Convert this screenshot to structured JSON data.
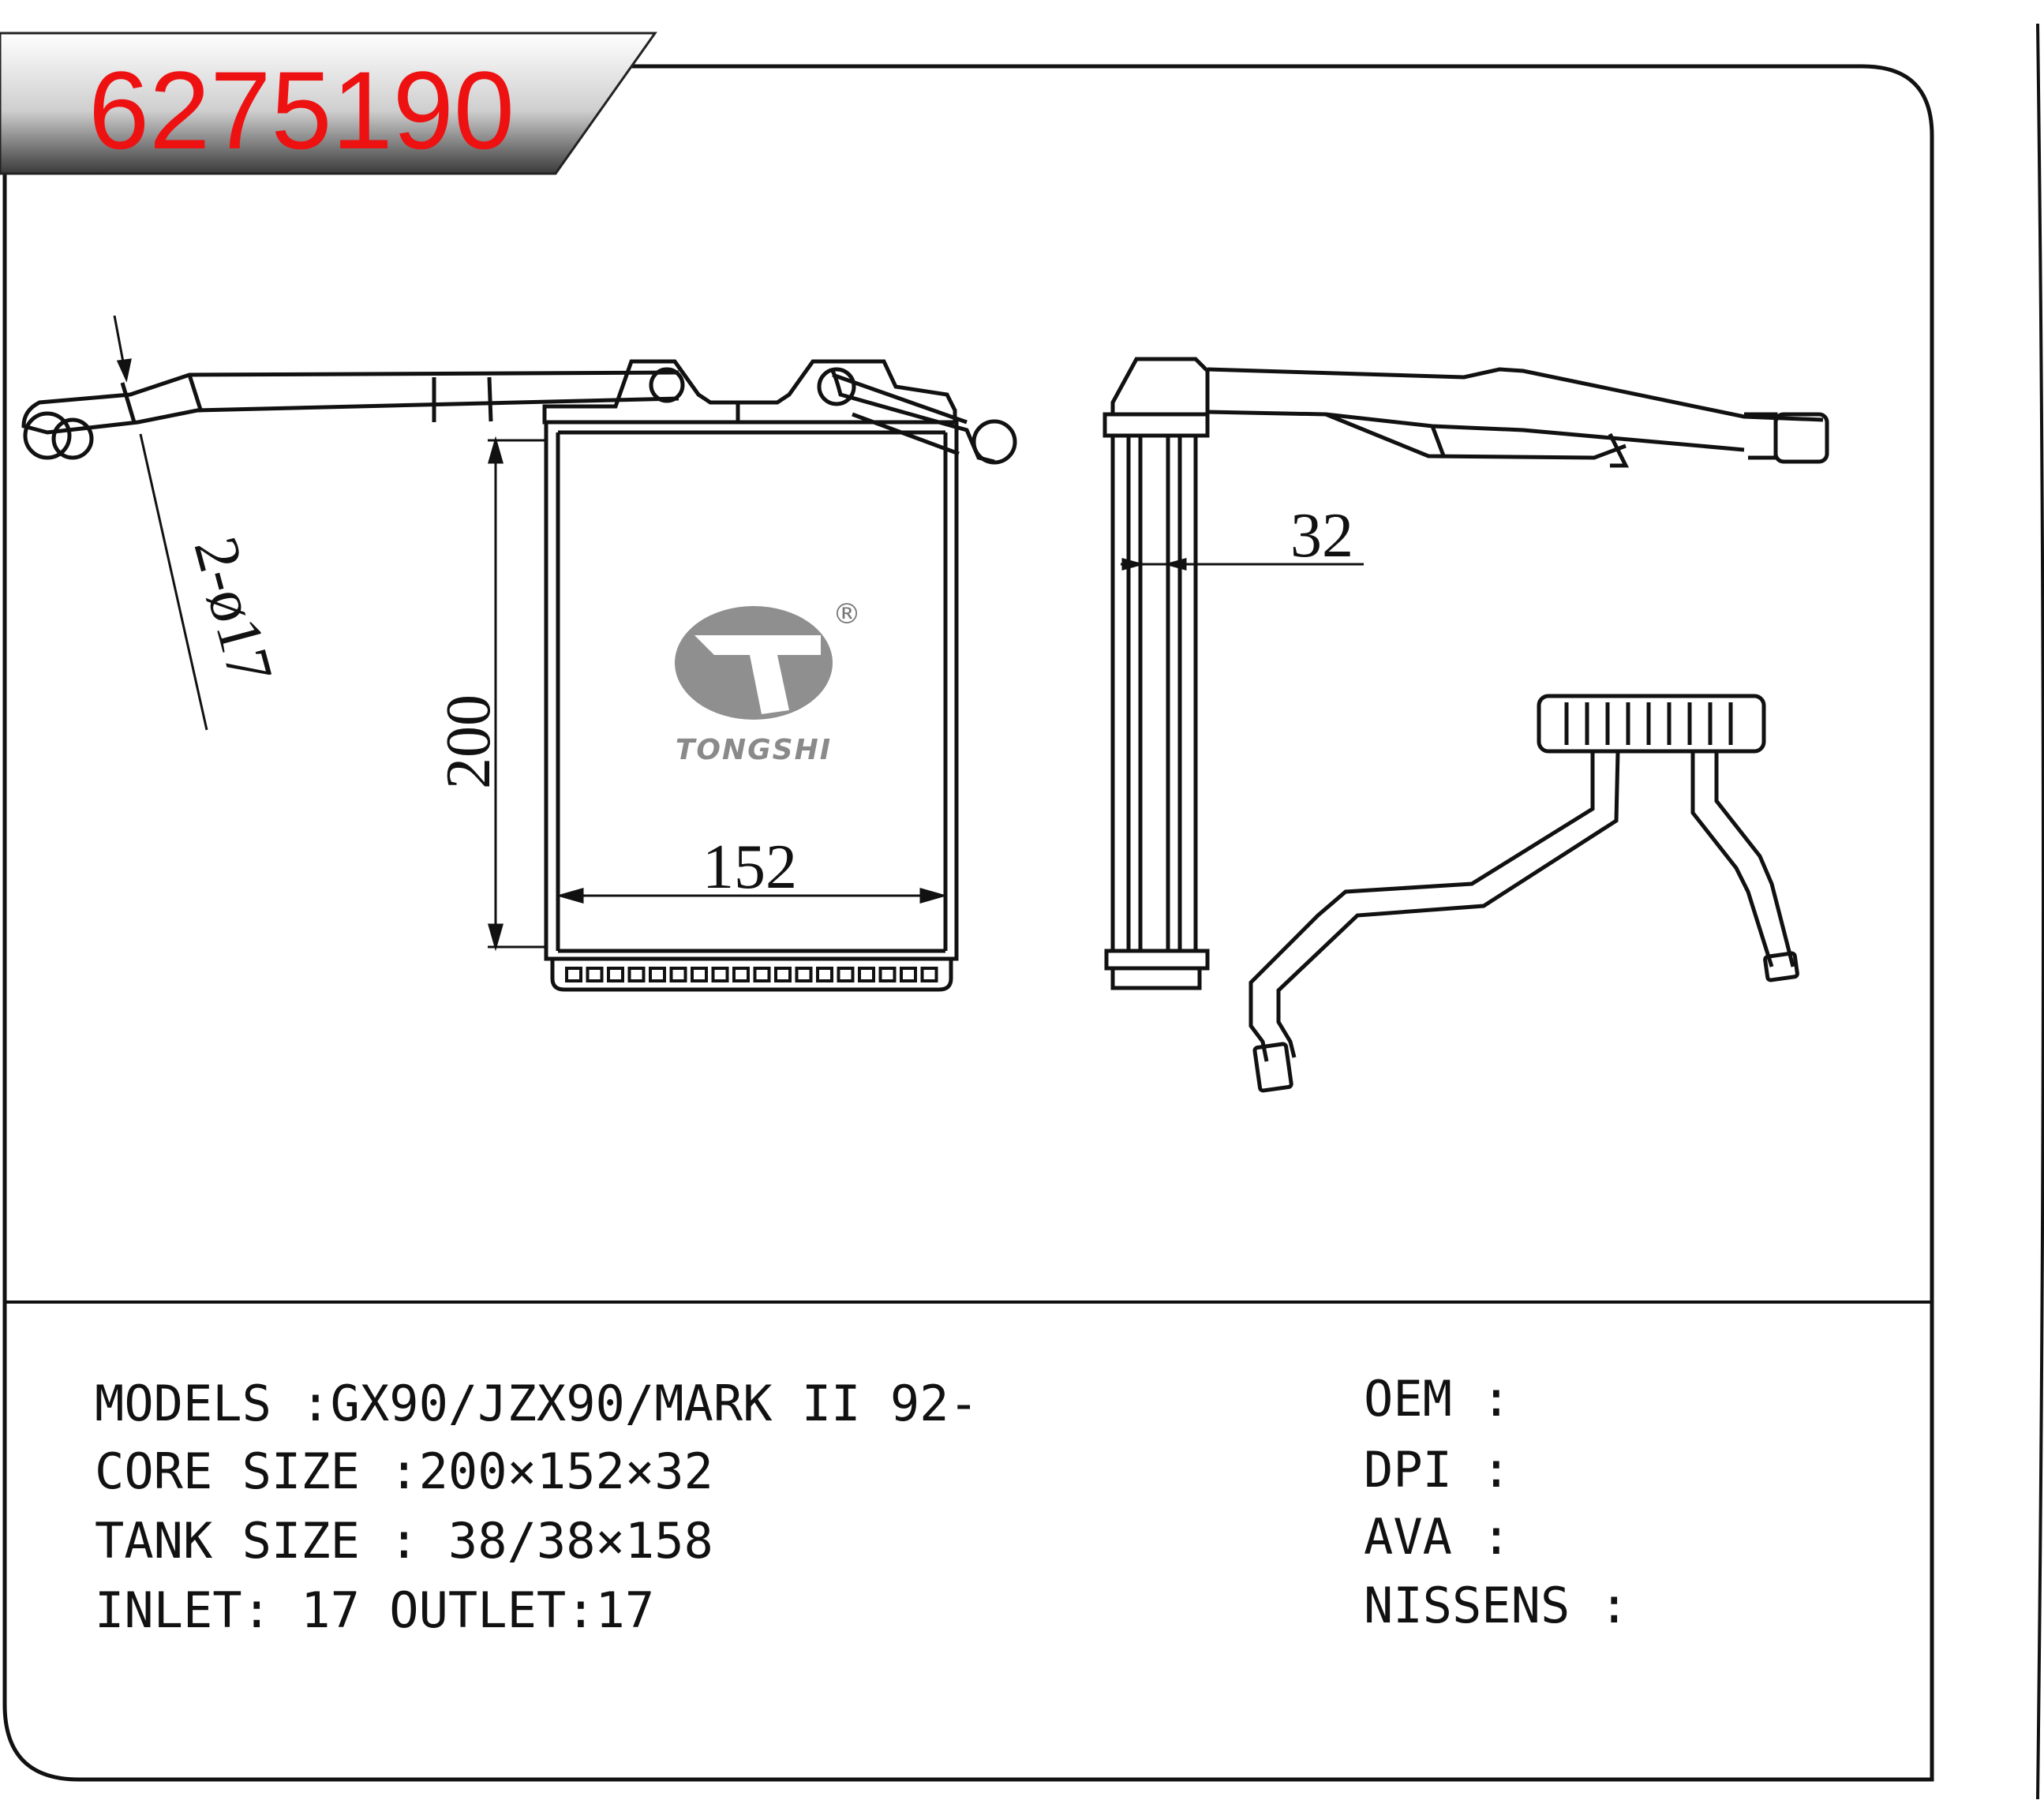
{
  "part_number": "6275190",
  "brand": {
    "name": "TONGSHI",
    "registered_mark": "®"
  },
  "dimensions": {
    "height": "200",
    "width": "152",
    "thickness": "32",
    "pipe_diameter": "2-ø17"
  },
  "specs": {
    "models": "MODELS :GX90/JZX90/MARK II 92-",
    "core_size": "CORE SIZE :200×152×32",
    "tank_size": "TANK SIZE : 38/38×158",
    "inlet_outlet": "INLET: 17 OUTLET:17"
  },
  "references": {
    "oem": "OEM :",
    "dpi": "DPI :",
    "ava": "AVA :",
    "nissens": "NISSENS :"
  }
}
